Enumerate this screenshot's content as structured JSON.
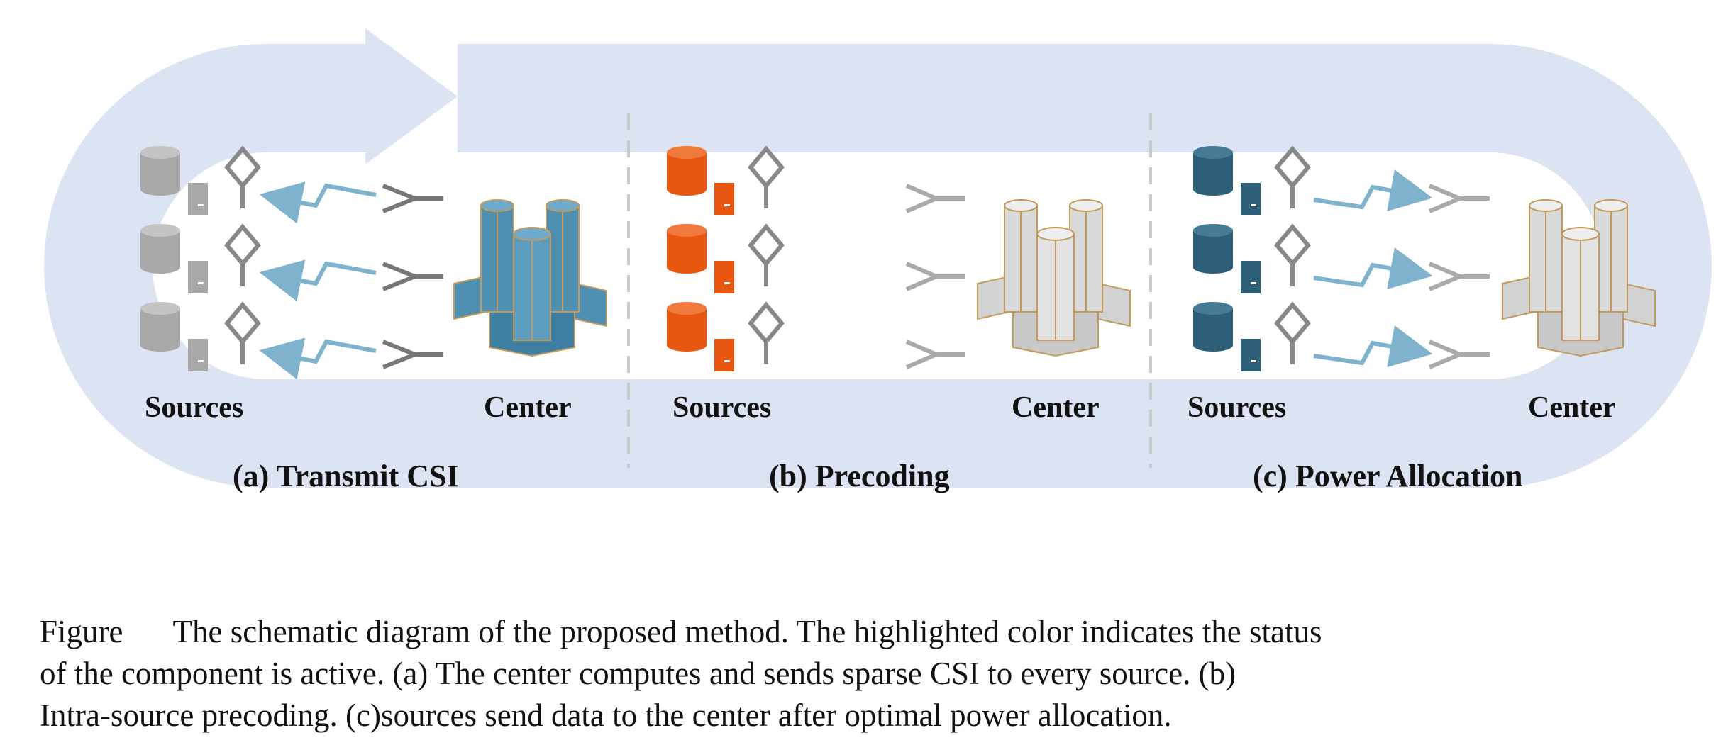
{
  "panels": [
    {
      "id": "a",
      "label": "(a) Transmit CSI",
      "sources_label": "Sources",
      "center_label": "Center",
      "active": "center",
      "link_direction": "center-to-sources"
    },
    {
      "id": "b",
      "label": "(b) Precoding",
      "sources_label": "Sources",
      "center_label": "Center",
      "active": "sources",
      "link_direction": "none"
    },
    {
      "id": "c",
      "label": "(c) Power Allocation",
      "sources_label": "Sources",
      "center_label": "Center",
      "active": "sources",
      "link_direction": "sources-to-center"
    }
  ],
  "colors": {
    "loop_band": "#dce4f3",
    "active_center": "#4f8fb2",
    "active_sources_precoding": "#e8560f",
    "active_sources_power": "#2d5f78",
    "inactive": "#a8a8a8",
    "wireless_arrow": "#7fb2cc",
    "antenna": "#888888"
  },
  "caption": {
    "figure_word": "Figure",
    "line1": "The schematic diagram of the proposed method. The highlighted color indicates the status",
    "line2": "of the component is active.  (a) The center computes and sends sparse CSI to every source.  (b)",
    "line3": "Intra-source precoding. (c)sources send data to the center after optimal power allocation."
  }
}
